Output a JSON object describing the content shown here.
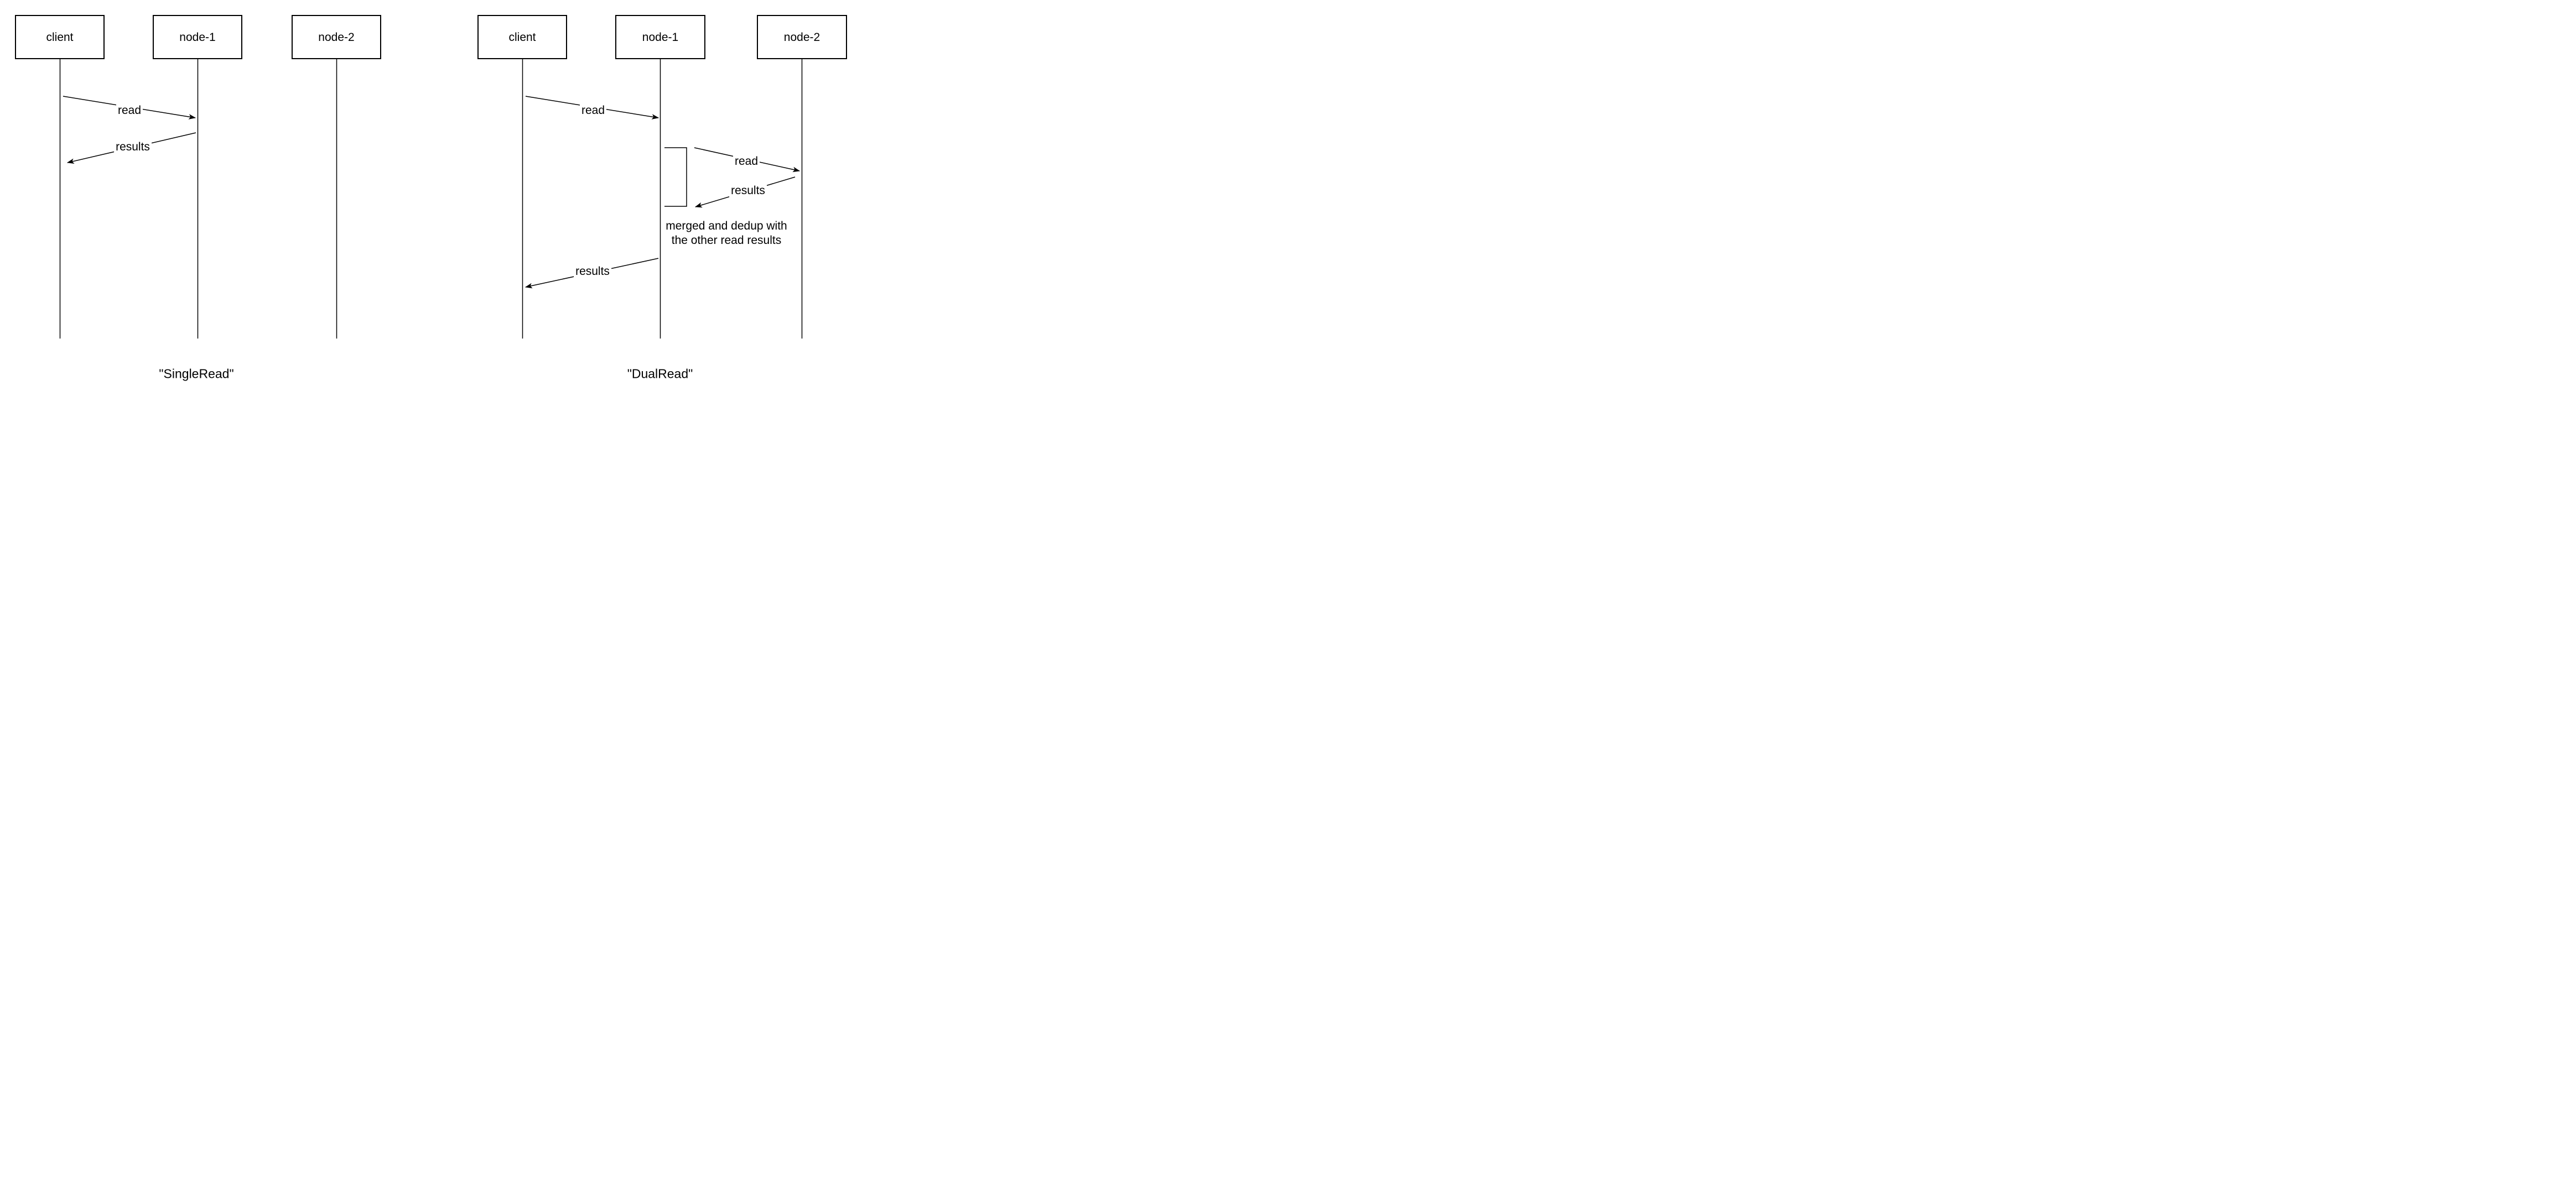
{
  "diagrams": {
    "single_read": {
      "caption": "\"SingleRead\"",
      "actors": {
        "client": "client",
        "node1": "node-1",
        "node2": "node-2"
      },
      "messages": {
        "read": "read",
        "results": "results"
      }
    },
    "dual_read": {
      "caption": "\"DualRead\"",
      "actors": {
        "client": "client",
        "node1": "node-1",
        "node2": "node-2"
      },
      "messages": {
        "read_client_to_node1": "read",
        "read_node1_to_node2": "read",
        "results_node2_to_node1": "results",
        "results_node1_to_client": "results"
      },
      "note": {
        "line1": "merged and dedup with",
        "line2": "the other read results"
      }
    }
  },
  "colors": {
    "stroke": "#000000",
    "background": "#ffffff"
  }
}
